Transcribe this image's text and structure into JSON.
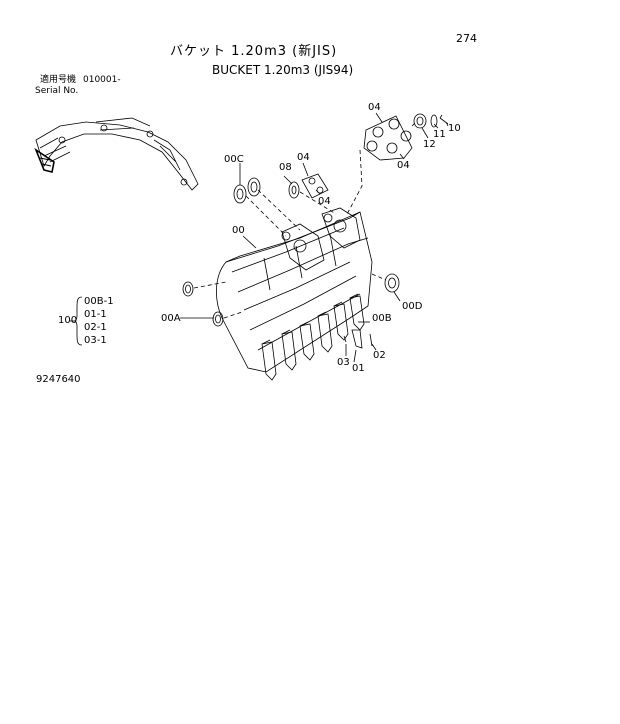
{
  "page_number": "274",
  "title_jp": "バケット 1.20m3 (新JIS)",
  "title_en": "BUCKET 1.20m3 (JIS94)",
  "serial": {
    "label_jp": "適用号機",
    "label_en": "Serial No.",
    "number": "010001-"
  },
  "assembly": {
    "id": "100",
    "subparts": [
      "00B-1",
      "01-1",
      "02-1",
      "03-1"
    ]
  },
  "part_labels": {
    "p00": "00",
    "p00A": "00A",
    "p00B": "00B",
    "p00C": "00C",
    "p00D": "00D",
    "p01": "01",
    "p02": "02",
    "p03": "03",
    "p04a": "04",
    "p04b": "04",
    "p04c": "04",
    "p04d": "04",
    "p08": "08",
    "p10": "10",
    "p11": "11",
    "p12": "12"
  },
  "drawing_number": "9247640"
}
